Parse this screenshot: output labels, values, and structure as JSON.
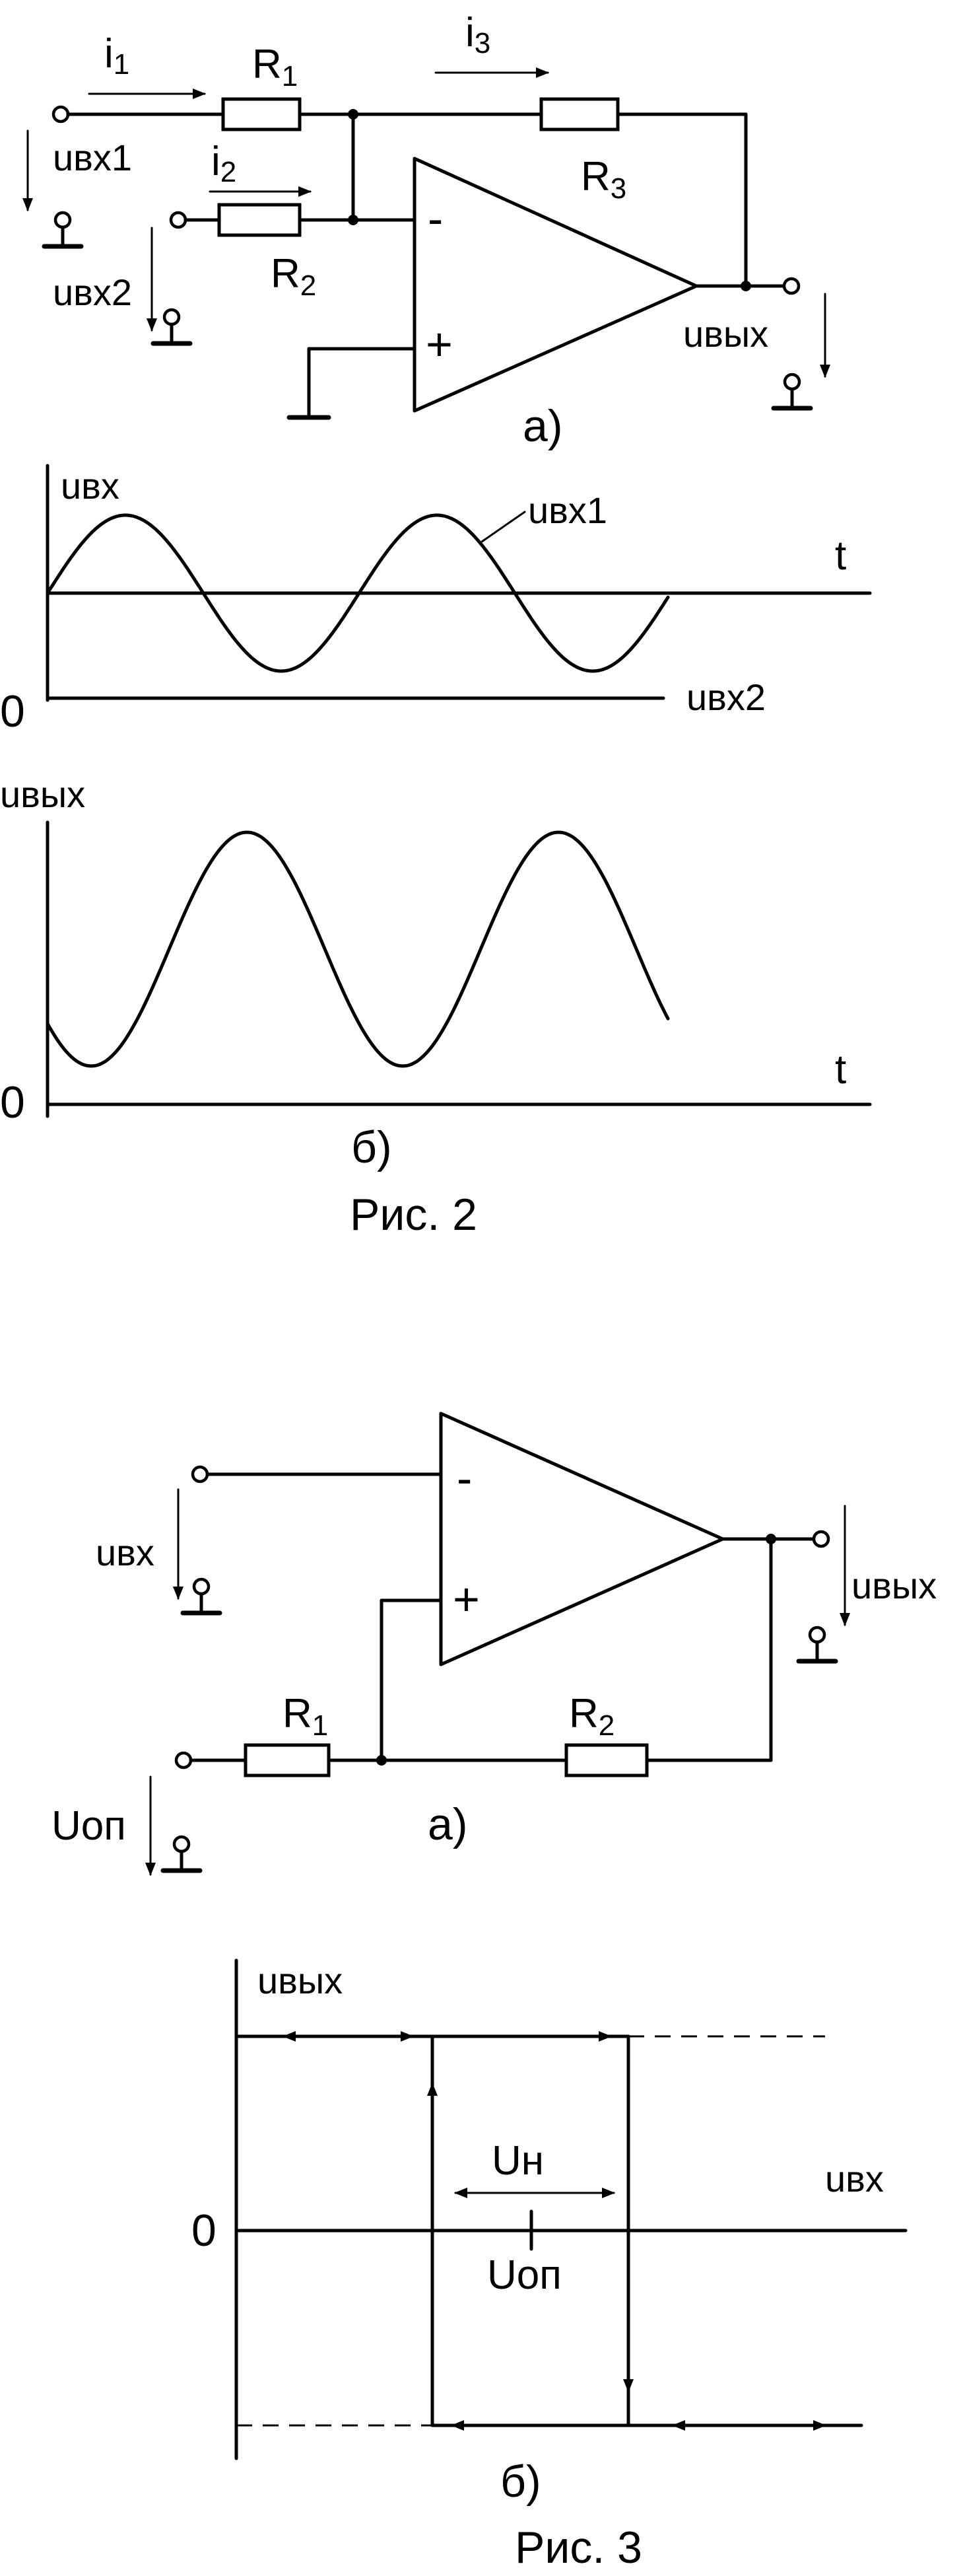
{
  "fig2": {
    "schematic": {
      "labels": {
        "i1": "i",
        "i1_sub": "1",
        "i2": "i",
        "i2_sub": "2",
        "i3": "i",
        "i3_sub": "3",
        "R1": "R",
        "R1_sub": "1",
        "R2": "R",
        "R2_sub": "2",
        "R3": "R",
        "R3_sub": "3",
        "uin1": "uвх1",
        "uin2": "uвх2",
        "uout": "uвых",
        "minus": "-",
        "plus": "+"
      },
      "sublabel": "а)"
    },
    "timing": {
      "input": {
        "ylabel": "uвх",
        "xlabel": "t",
        "zero": "0",
        "series1": "uвх1",
        "series2": "uвх2"
      },
      "output": {
        "ylabel": "uвых",
        "xlabel": "t",
        "zero": "0"
      },
      "sublabel": "б)"
    },
    "caption": "Рис. 2"
  },
  "fig3": {
    "schematic": {
      "labels": {
        "uin": "uвх",
        "uref": "Uоп",
        "uout": "uвых",
        "R1": "R",
        "R1_sub": "1",
        "R2": "R",
        "R2_sub": "2",
        "minus": "-",
        "plus": "+"
      },
      "sublabel": "а)"
    },
    "hysteresis": {
      "ylabel": "uвых",
      "xlabel": "uвх",
      "zero": "0",
      "width_label": "Uн",
      "ref_label": "Uоп",
      "sublabel": "б)"
    },
    "caption": "Рис. 3"
  }
}
